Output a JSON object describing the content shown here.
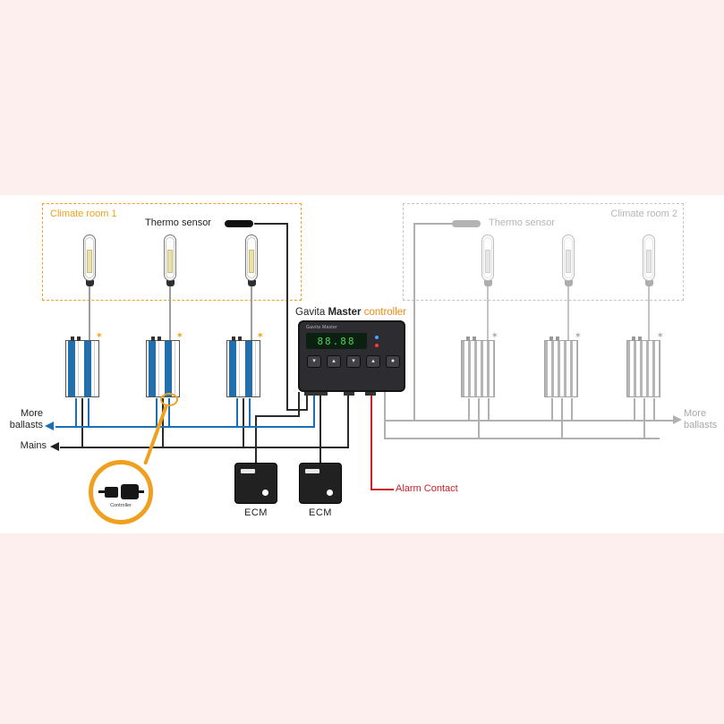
{
  "colors": {
    "orange": "#f0a01e",
    "blue": "#1d6fb5",
    "red": "#cc2028",
    "gray": "#b0b0b0"
  },
  "room1": {
    "label": "Climate room 1",
    "thermo_label": "Thermo sensor"
  },
  "room2": {
    "label": "Climate room 2",
    "thermo_label": "Thermo sensor"
  },
  "controller_label": {
    "brand": "Gavita ",
    "model": "Master",
    "suffix": " controller"
  },
  "device": {
    "title": "Gavita Master",
    "display": "88.88",
    "buttons": [
      "▾",
      "▴",
      "▾",
      "▴",
      "●"
    ]
  },
  "labels": {
    "more_ballasts_left": "More ballasts",
    "mains": "Mains",
    "more_ballasts_right": "More ballasts",
    "alarm": "Alarm Contact",
    "ecm": "ECM",
    "detail": "Controller"
  },
  "icons": {
    "sparkle": "✶"
  }
}
